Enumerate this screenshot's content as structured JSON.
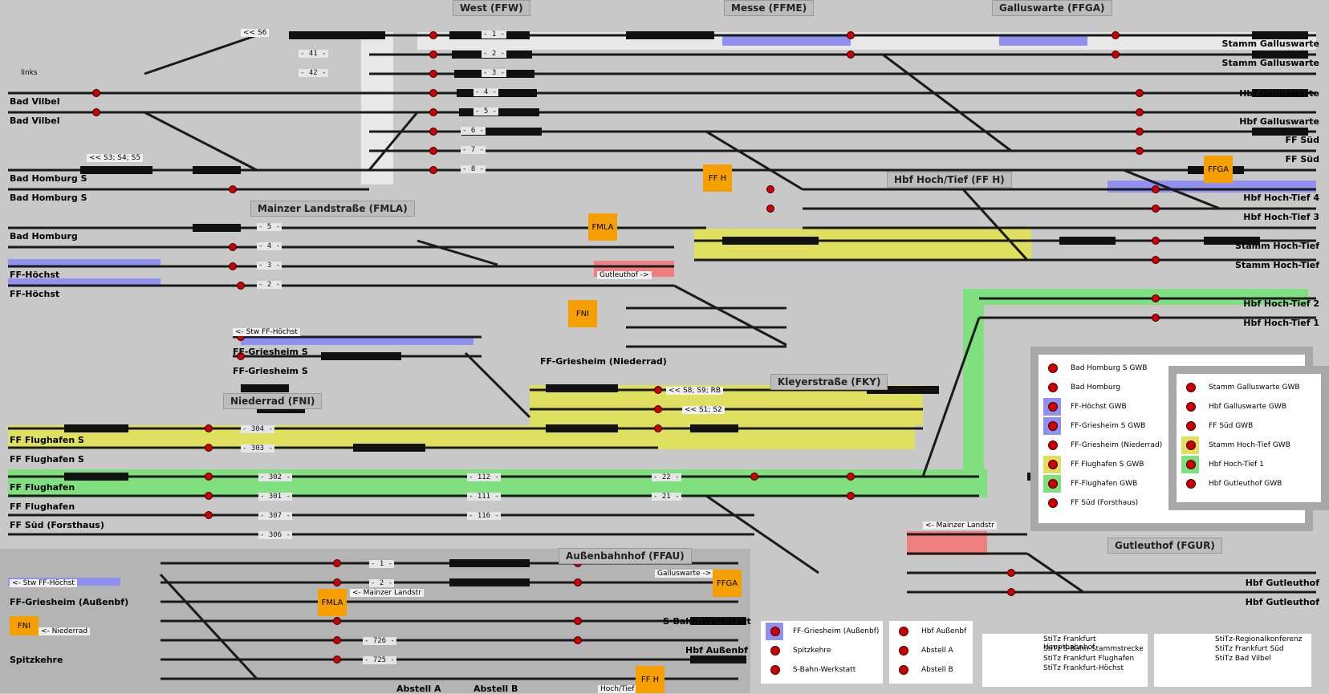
{
  "stations": [
    {
      "name": "West (FFW)"
    },
    {
      "name": "Messe (FFME)"
    },
    {
      "name": "Galluswarte (FFGA)"
    },
    {
      "name": "Mainzer Landstraße (FMLA)"
    },
    {
      "name": "Hbf Hoch/Tief (FF H)"
    },
    {
      "name": "Niederrad (FNI)"
    },
    {
      "name": "Kleyerstraße (FKY)"
    },
    {
      "name": "Außenbahnhof (FFAU)"
    },
    {
      "name": "Gutleuthof (FGUR)"
    }
  ],
  "left_labels": [
    "links",
    "Bad Vilbel",
    "Bad Vilbel",
    "Bad Homburg S",
    "Bad Homburg S",
    "Bad Homburg",
    "FF-Höchst",
    "FF-Höchst",
    "FF-Griesheim S",
    "FF-Griesheim S",
    "FF-Griesheim (Niederrad)",
    "FF Flughafen S",
    "FF Flughafen S",
    "FF Flughafen",
    "FF Flughafen",
    "FF Süd (Forsthaus)",
    "FF-Griesheim (Außenbf)",
    "Spitzkehre",
    "Abstell A",
    "Abstell B"
  ],
  "right_labels": [
    "Stamm Galluswarte",
    "Stamm Galluswarte",
    "Hbf Galluswarte",
    "Hbf Galluswarte",
    "FF Süd",
    "FF Süd",
    "Hbf Hoch-Tief 4",
    "Hbf Hoch-Tief 3",
    "Stamm Hoch-Tief",
    "Stamm Hoch-Tief",
    "Hbf Hoch-Tief 2",
    "Hbf Hoch-Tief 1",
    "Hbf Gutleuthof",
    "Hbf Gutleuthof",
    "S-Bahn-Werkstatt",
    "Hbf Außenbf"
  ],
  "hints": [
    "<< S6",
    "<< S3; S4; S5",
    "<- Stw FF-Höchst",
    "<< S8; S9; RB",
    "<< S1; S2",
    "<- Stw FF-Höchst",
    "<- Niederrad",
    "<- Mainzer Landstr",
    "<- Mainzer Landstr",
    "Galluswarte ->",
    "Gutleuthof ->",
    "Hoch/Tief ->"
  ],
  "orange_boxes": [
    "FF H",
    "FFGA",
    "FMLA",
    "FNI",
    "FFGA",
    "FMLA",
    "FNI",
    "FF H"
  ],
  "track_numbers": [
    "- 1 -",
    "- 2 -",
    "- 3 -",
    "- 4 -",
    "- 5 -",
    "- 6 -",
    "- 7 -",
    "- 8 -",
    "- 41 -",
    "- 42 -",
    "- 5 -",
    "- 4 -",
    "- 3 -",
    "- 2 -",
    "- 304 -",
    "- 303 -",
    "- 302 -",
    "- 301 -",
    "- 307 -",
    "- 306 -",
    "- 112 -",
    "- 111 -",
    "- 116 -",
    "- 22 -",
    "- 21 -",
    "- 1 -",
    "- 2 -",
    "- 726 -",
    "- 725 -"
  ],
  "legend_a": {
    "left": [
      "Bad Homburg S GWB",
      "Bad Homburg",
      "FF-Höchst GWB",
      "FF-Griesheim S GWB",
      "FF-Griesheim (Niederrad)",
      "FF Flughafen S GWB",
      "FF-Flughafen GWB",
      "FF Süd (Forsthaus)"
    ],
    "right": [
      "Stamm Galluswarte GWB",
      "Hbf Galluswarte GWB",
      "FF Süd GWB",
      "Stamm Hoch-Tief GWB",
      "Hbf Hoch-Tief 1",
      "Hbf Gutleuthof GWB"
    ],
    "left_colors": [
      "#ffffff",
      "#ffffff",
      "#9090f0",
      "#9090f0",
      "#ffffff",
      "#e0e060",
      "#80e080",
      "#ffffff"
    ],
    "right_colors": [
      "#ffffff",
      "#ffffff",
      "#ffffff",
      "#e0e060",
      "#80e080",
      "#ffffff"
    ]
  },
  "legend_b": {
    "left": [
      "FF-Griesheim (Außenbf)",
      "Spitzkehre",
      "S-Bahn-Werkstatt"
    ],
    "right": [
      "Hbf Außenbf",
      "Abstell A",
      "Abstell B"
    ],
    "left_colors": [
      "#9090f0",
      "#ffffff",
      "#ffffff"
    ]
  },
  "legend_c": {
    "left": [
      "StiTz Frankfurt Hauptbahnhof",
      "StiTz S-Bahn-Stammstrecke",
      "StiTz Frankfurt Flughafen",
      "StiTz Frankfurt-Höchst"
    ],
    "right": [
      "StiTz-Regionalkonferenz",
      "StiTz Frankfurt Süd",
      "StiTz Bad Vilbel"
    ]
  },
  "colors": {
    "background": "#c8c8c8",
    "track": "#1a1a1a",
    "signal": "#cc0000",
    "blue_zone": "#9090f0",
    "yellow_zone": "#e0e060",
    "green_zone": "#80e080",
    "orange": "#f5a000",
    "pink": "#f08080"
  }
}
